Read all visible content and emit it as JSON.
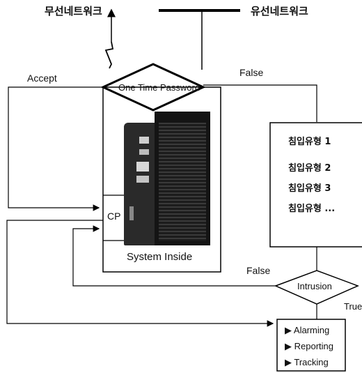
{
  "labels": {
    "wireless_network": "무선네트워크",
    "wired_network": "유선네트워크",
    "accept": "Accept",
    "false_top": "False",
    "false_bottom": "False",
    "true_label": "True",
    "otp": "One Time Password",
    "cp": "CP",
    "system_inside": "System Inside",
    "intrusion": "Intrusion"
  },
  "intrusion_types": [
    "침입유형 1",
    "침입유형 2",
    "침입유형 3",
    "침입유형 ..."
  ],
  "actions": [
    "▶ Alarming",
    "▶ Reporting",
    "▶ Tracking"
  ],
  "colors": {
    "line": "#000000",
    "server": "#1a1a1a"
  },
  "icons": {
    "server": "server-tower-icon",
    "wireless": "lightning-bolt-icon"
  }
}
